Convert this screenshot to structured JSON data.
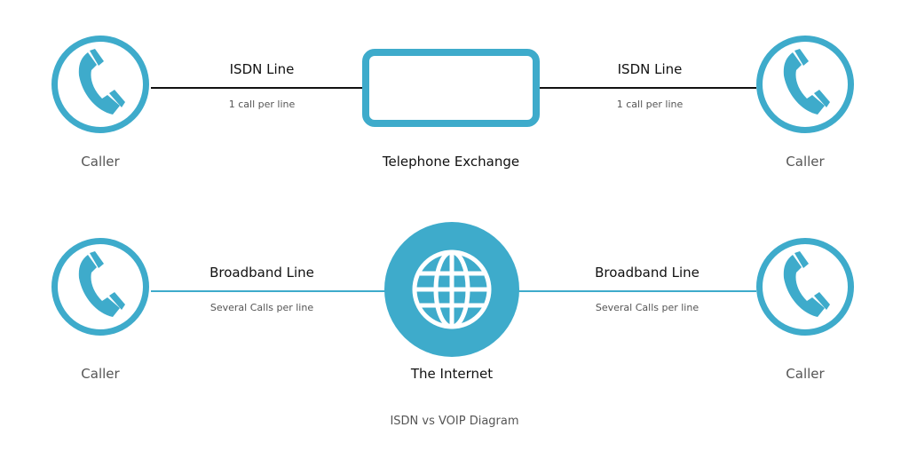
{
  "colors": {
    "accent": "#3eabcb",
    "isdn_line": "#111111",
    "broadband_line": "#3eabcb"
  },
  "isdn_row": {
    "left_caller": {
      "label": "Caller",
      "icon": "phone-handset-icon"
    },
    "left_line": {
      "title": "ISDN Line",
      "subtitle": "1 call per line"
    },
    "center": {
      "label": "Telephone Exchange",
      "icon": "rounded-rectangle"
    },
    "right_line": {
      "title": "ISDN Line",
      "subtitle": "1 call per line"
    },
    "right_caller": {
      "label": "Caller",
      "icon": "phone-handset-icon"
    }
  },
  "voip_row": {
    "left_caller": {
      "label": "Caller",
      "icon": "phone-handset-icon"
    },
    "left_line": {
      "title": "Broadband Line",
      "subtitle": "Several Calls per line"
    },
    "center": {
      "label": "The Internet",
      "icon": "globe-icon"
    },
    "right_line": {
      "title": "Broadband Line",
      "subtitle": "Several Calls per line"
    },
    "right_caller": {
      "label": "Caller",
      "icon": "phone-handset-icon"
    }
  },
  "caption": "ISDN vs VOIP Diagram"
}
